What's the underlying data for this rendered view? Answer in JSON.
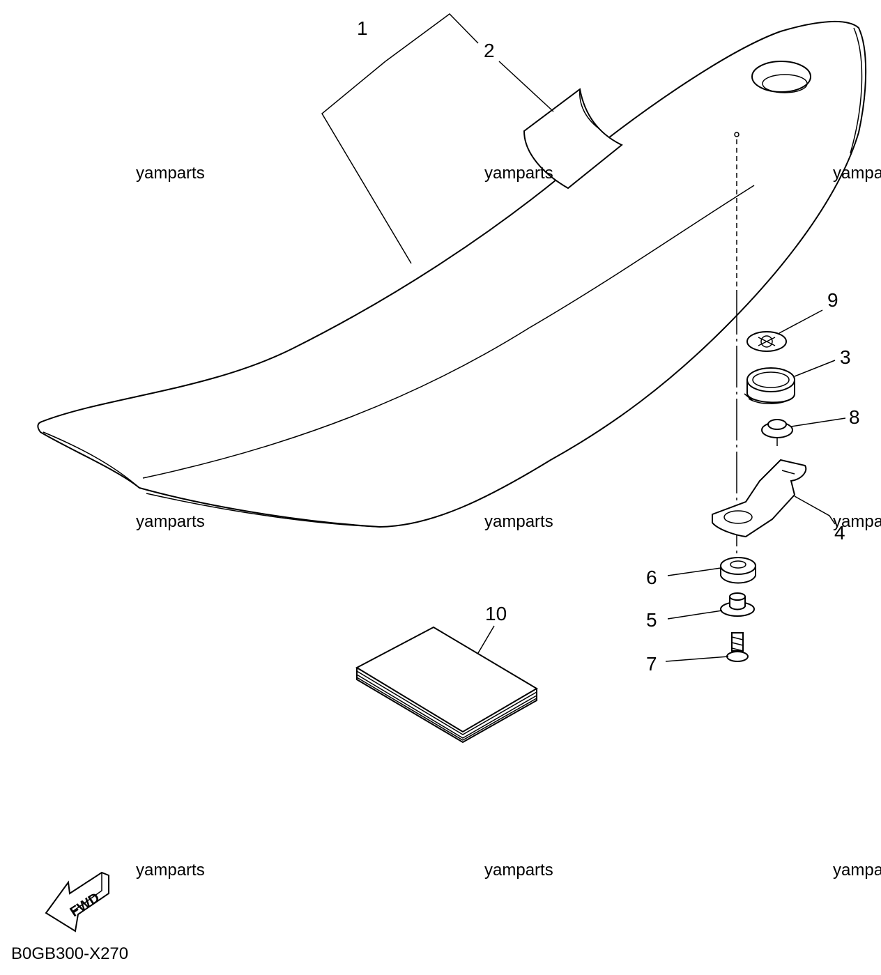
{
  "callouts": [
    "1",
    "2",
    "3",
    "4",
    "5",
    "6",
    "7",
    "8",
    "9",
    "10"
  ],
  "watermark": "yamparts",
  "watermark_clipped": "yampa",
  "direction_label": "FWD",
  "diagram_code": "B0GB300-X270"
}
